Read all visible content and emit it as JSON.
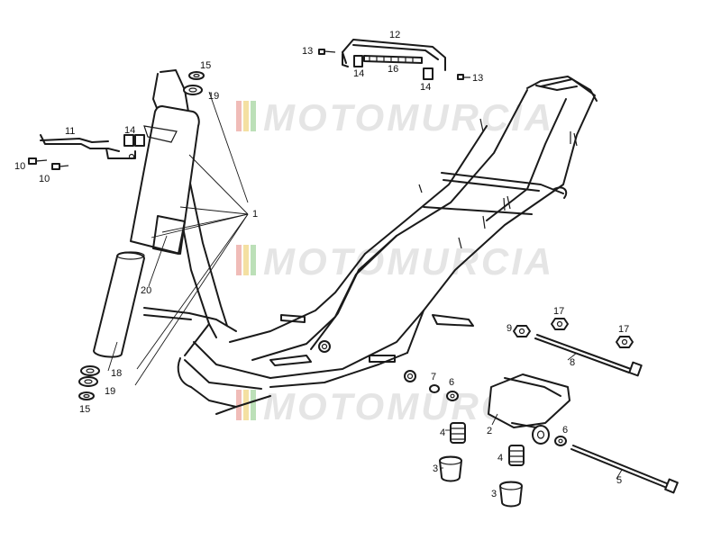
{
  "watermark": {
    "text": "MOTOMURCIA",
    "stripe_colors": [
      "#e9a09a",
      "#f0d37a",
      "#9fd39a"
    ],
    "text_color": "#cfcfcf"
  },
  "callouts": {
    "c1": "1",
    "c2": "2",
    "c3a": "3",
    "c3b": "3",
    "c4a": "4",
    "c4b": "4",
    "c5": "5",
    "c6a": "6",
    "c6b": "6",
    "c7": "7",
    "c8": "8",
    "c9": "9",
    "c10a": "10",
    "c10b": "10",
    "c11": "11",
    "c12": "12",
    "c13a": "13",
    "c13b": "13",
    "c14a": "14",
    "c14b": "14",
    "c14c": "14",
    "c15a": "15",
    "c15b": "15",
    "c16": "16",
    "c17a": "17",
    "c17b": "17",
    "c18": "18",
    "c19a": "19",
    "c19b": "19",
    "c20": "20"
  }
}
